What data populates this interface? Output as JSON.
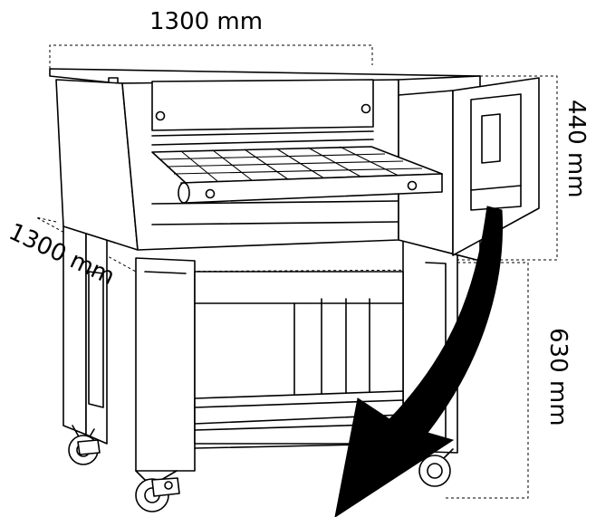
{
  "dimensions": {
    "top_width": "1300 mm",
    "left_depth": "1300 mm",
    "right_upper_height": "440 mm",
    "right_lower_height": "630 mm"
  },
  "colors": {
    "line": "#000000",
    "background": "#ffffff",
    "arrow": "#000000"
  },
  "icons": {
    "arrow": "curved-arrow-icon"
  }
}
